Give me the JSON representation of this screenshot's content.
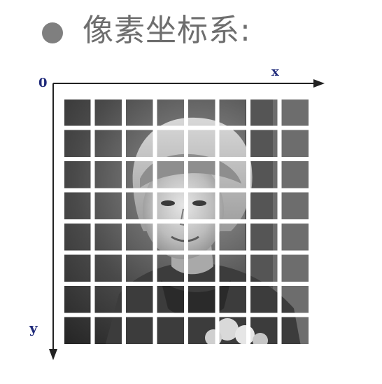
{
  "slide": {
    "heading": "像素坐标系:"
  },
  "axes": {
    "origin_label": "0",
    "x_label": "x",
    "y_label": "y"
  },
  "grid": {
    "columns": 8,
    "rows": 8
  },
  "colors": {
    "bullet": "#7f7f7f",
    "heading_text": "#6e6e6e",
    "axis_line": "#222222",
    "axis_label": "#1f2a7a",
    "pixel_gap": "#ffffff"
  }
}
